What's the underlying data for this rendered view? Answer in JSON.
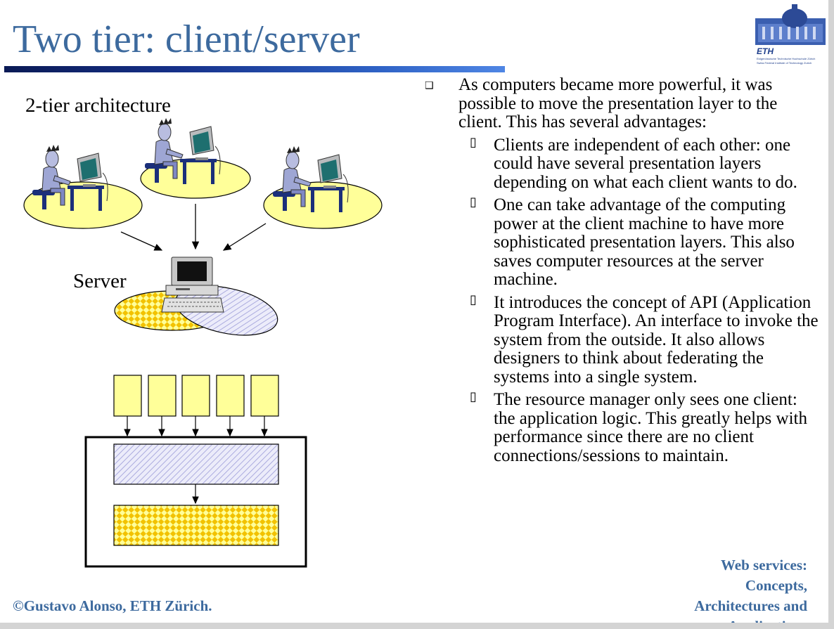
{
  "slide": {
    "title": "Two tier: client/server",
    "logo": {
      "brand": "ETH",
      "subtitle_1": "Eidgenössische Technische Hochschule Zürich",
      "subtitle_2": "Swiss Federal Institute of Technology Zurich"
    },
    "diagram": {
      "architecture_label": "2-tier architecture",
      "server_label": "Server"
    },
    "intro": "As computers became more powerful, it was possible to move the presentation layer to the client. This has several advantages:",
    "bullets": [
      "Clients are independent of each other: one could have several presentation layers depending on what each client wants to do.",
      "One can take advantage of the computing power at the client machine to have more sophisticated presentation layers. This also saves computer resources at the server machine.",
      "It introduces the concept of API (Application Program Interface). An interface to invoke the system from the outside. It also allows designers to think about federating the systems into a single system.",
      "The resource manager only sees one client: the application logic. This greatly helps with performance since there are no client connections/sessions to maintain."
    ],
    "footer": {
      "credit": "©Gustavo Alonso,  ETH Zürich.",
      "series_line_1": "Web services:",
      "series_line_2": "Concepts,",
      "series_line_3": "Architectures and",
      "series_line_4": "Applications"
    },
    "colors": {
      "title": "#3d6a9e",
      "ellipse": "#ffff99",
      "presentation_box": "#ffff99",
      "logic_hatch": "#9b9bd8",
      "data_check": "#f2c200"
    }
  }
}
